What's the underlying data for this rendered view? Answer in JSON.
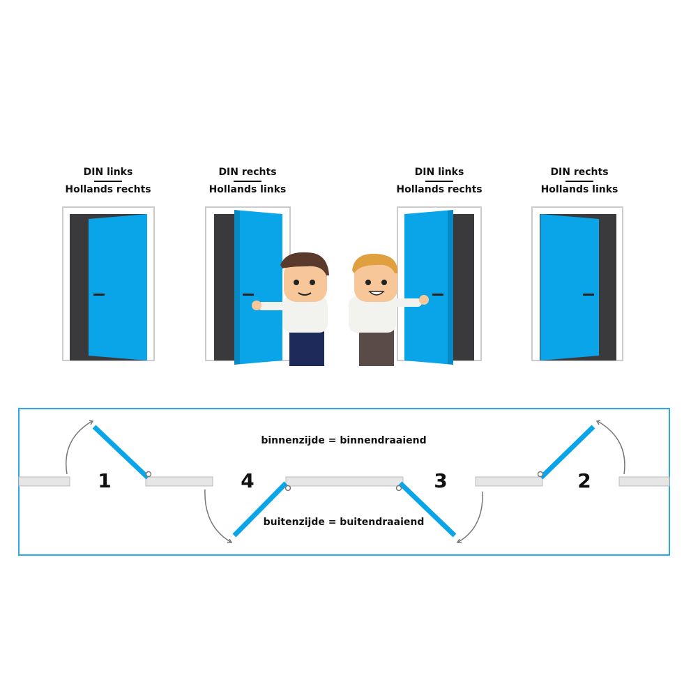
{
  "doors": [
    {
      "din": "DIN links",
      "hollands": "Hollands rechts"
    },
    {
      "din": "DIN rechts",
      "hollands": "Hollands links"
    },
    {
      "din": "DIN links",
      "hollands": "Hollands rechts"
    },
    {
      "din": "DIN rechts",
      "hollands": "Hollands links"
    }
  ],
  "plan": {
    "numbers": [
      "1",
      "4",
      "3",
      "2"
    ],
    "inside_label": "binnenzijde = binnendraaiend",
    "outside_label": "buitenzijde = buitendraaiend"
  },
  "colors": {
    "door_blue": "#0aa5e8",
    "dark": "#3a3a3c",
    "box_border": "#29abe2"
  }
}
